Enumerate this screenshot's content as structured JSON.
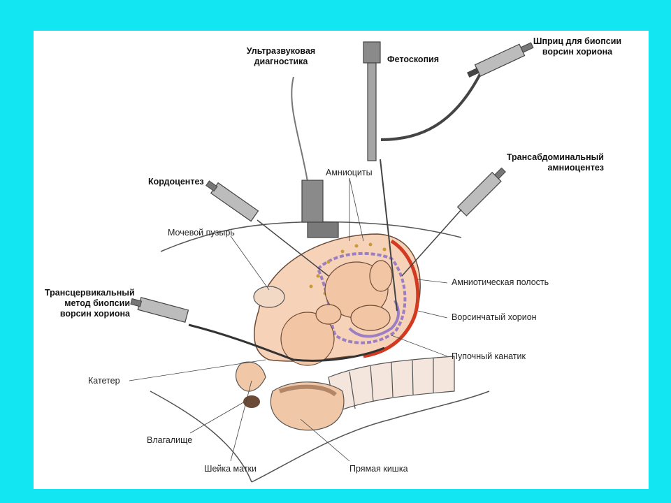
{
  "labels": {
    "ultrasound": [
      "Ультразвуковая",
      "диагностика"
    ],
    "fetoscopy": "Фетоскопия",
    "syringe_chorion": [
      "Шприц для биопсии",
      "ворсин хориона"
    ],
    "transabdominal": [
      "Трансабдоминальный",
      "амниоцентез"
    ],
    "cordocentesis": "Кордоцентез",
    "amniocytes": "Амниоциты",
    "bladder": "Мочевой пузырь",
    "transcervical": [
      "Трансцервикальный",
      "метод биопсии",
      "ворсин хориона"
    ],
    "amniotic_cavity": "Амниотическая полость",
    "chorion": "Ворсинчатый хорион",
    "umbilical_cord": "Пупочный канатик",
    "catheter": "Катетер",
    "vagina": "Влагалище",
    "cervix": "Шейка матки",
    "rectum": "Прямая кишка"
  },
  "colors": {
    "background": "#12e6f2",
    "panel": "#ffffff",
    "tissue": "#f6d3b8",
    "tissue_dark": "#e9b58f",
    "chorion_red": "#d23a22",
    "membrane": "#9b7fc2",
    "instrument": "#8a8a8a"
  }
}
